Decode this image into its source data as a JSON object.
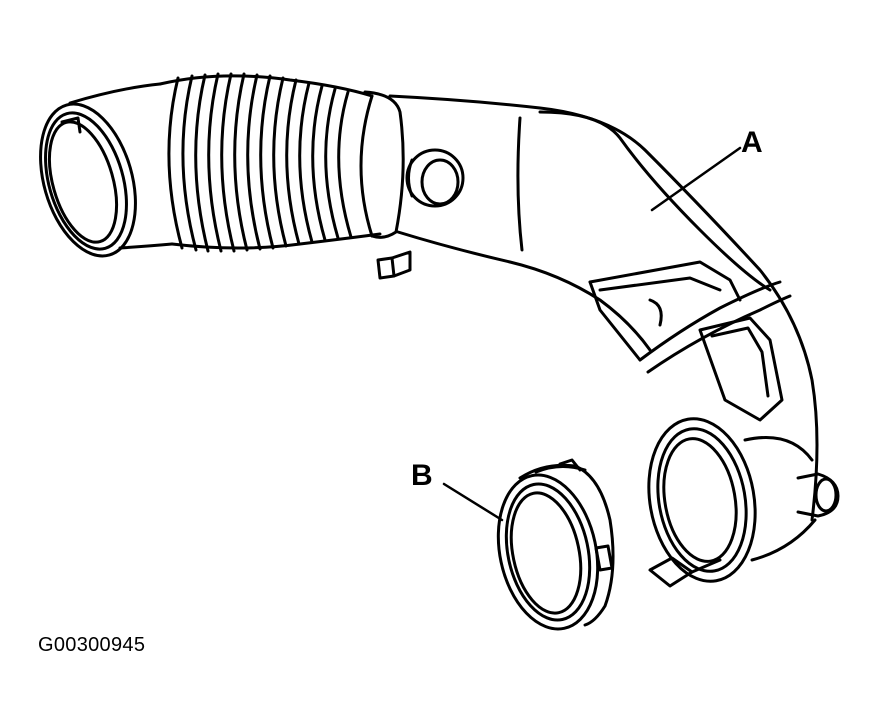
{
  "labels": {
    "a": "A",
    "b": "B"
  },
  "figure_id": "G00300945",
  "colors": {
    "line": "#000000",
    "background": "#ffffff"
  }
}
